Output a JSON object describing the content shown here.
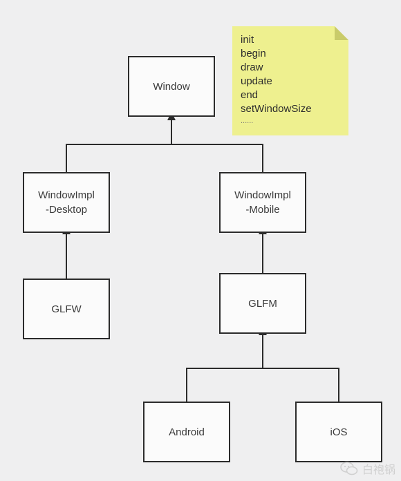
{
  "diagram": {
    "nodes": {
      "window": "Window",
      "impl_desktop": "WindowImpl\n-Desktop",
      "impl_mobile": "WindowImpl\n-Mobile",
      "glfw": "GLFW",
      "glfm": "GLFM",
      "android": "Android",
      "ios": "iOS"
    },
    "note": {
      "lines": [
        "init",
        "begin",
        "draw",
        "update",
        "end",
        "setWindowSize",
        "......"
      ],
      "color": "#eef08f"
    },
    "edges": [
      {
        "from": "impl_desktop",
        "to": "window"
      },
      {
        "from": "impl_mobile",
        "to": "window"
      },
      {
        "from": "glfw",
        "to": "impl_desktop"
      },
      {
        "from": "glfm",
        "to": "impl_mobile"
      },
      {
        "from": "android",
        "to": "glfm"
      },
      {
        "from": "ios",
        "to": "glfm"
      }
    ]
  },
  "watermark": {
    "icon": "wechat-icon",
    "text": "白袍锅"
  }
}
